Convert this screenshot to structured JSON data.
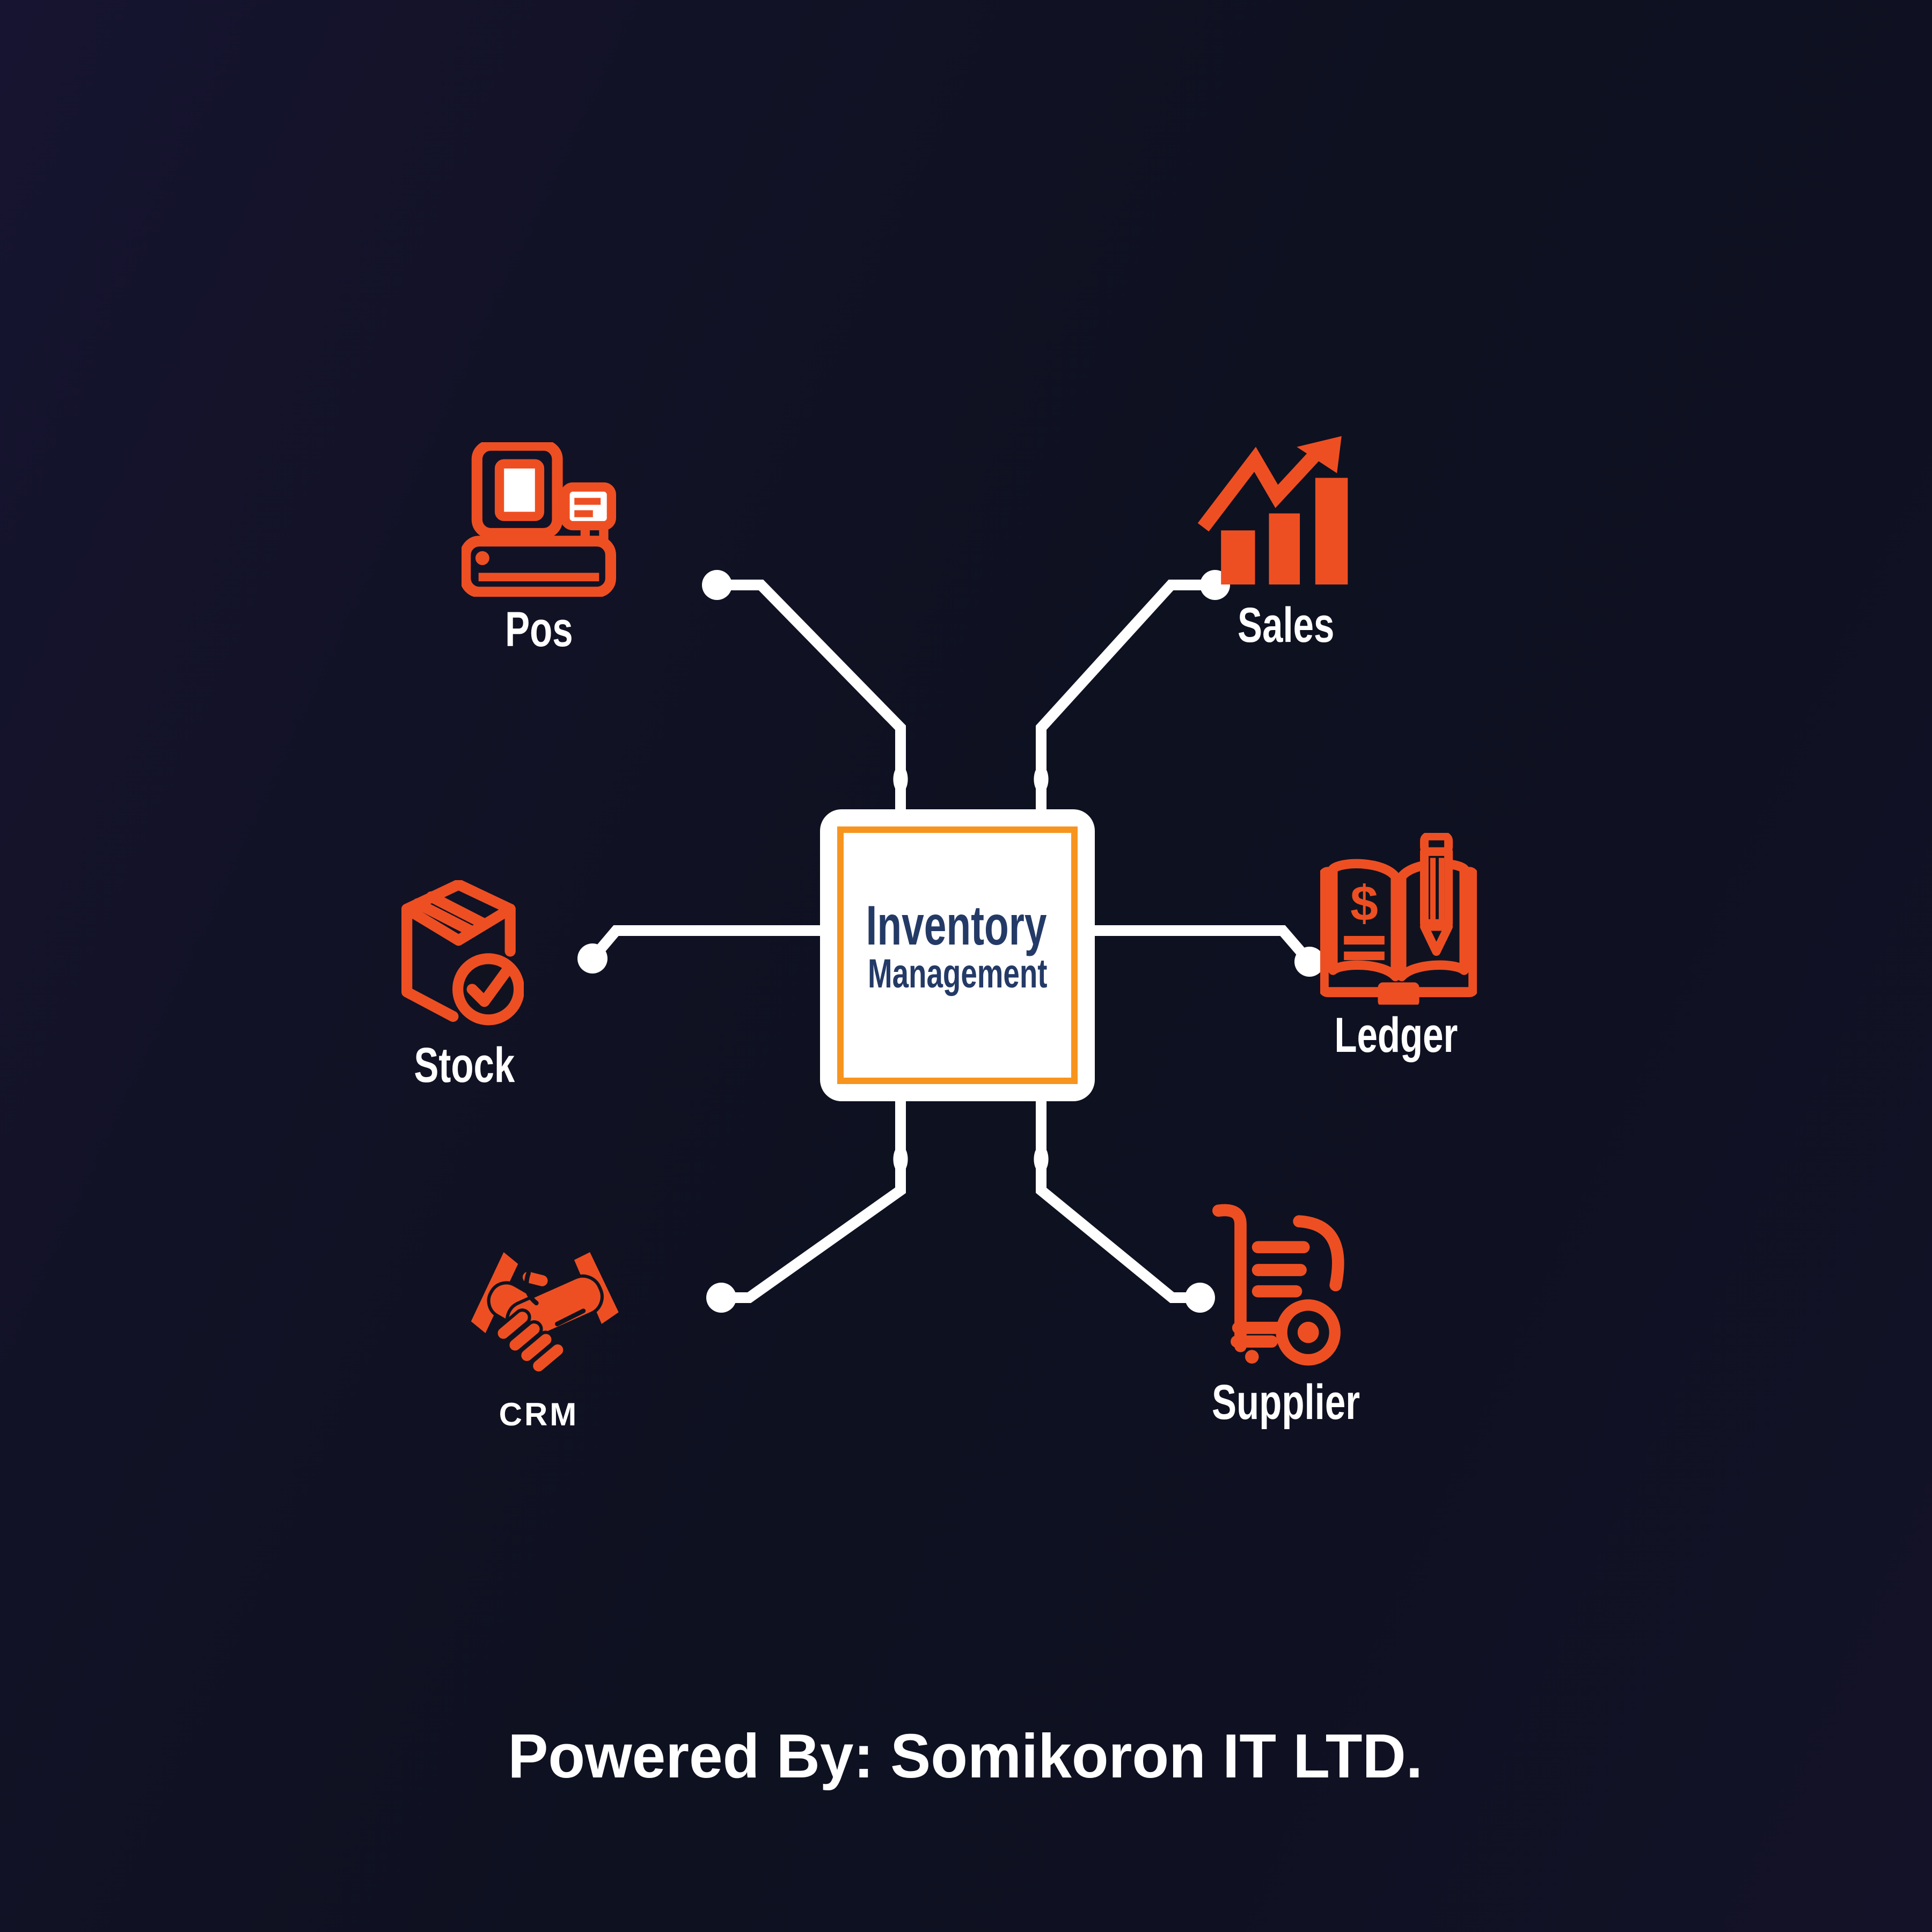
{
  "center": {
    "title_line1": "Inventory",
    "title_line2": "Management"
  },
  "nodes": [
    {
      "id": "pos",
      "label": "Pos",
      "icon": "pos-register-icon"
    },
    {
      "id": "sales",
      "label": "Sales",
      "icon": "sales-growth-chart-icon"
    },
    {
      "id": "stock",
      "label": "Stock",
      "icon": "stock-box-check-icon"
    },
    {
      "id": "ledger",
      "label": "Ledger",
      "icon": "ledger-book-pencil-icon",
      "icon_text": "$"
    },
    {
      "id": "crm",
      "label": "CRM",
      "icon": "crm-handshake-icon"
    },
    {
      "id": "supplier",
      "label": "Supplier",
      "icon": "supplier-cart-icon"
    }
  ],
  "footer": {
    "text": "Powered By: Somikoron IT LTD."
  },
  "colors": {
    "background_navy": "#0e1120",
    "background_purple_tint": "#161430",
    "icon_orange": "#ee4f22",
    "box_border_orange": "#f7941e",
    "title_navy": "#243a66",
    "connector_white": "#ffffff"
  }
}
